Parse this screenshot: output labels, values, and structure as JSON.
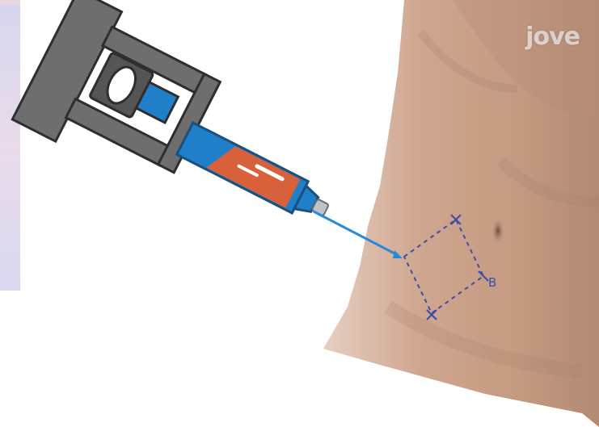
{
  "watermark": {
    "text": "jove"
  },
  "diagram": {
    "injection_site_label": "B",
    "mark_symbol": "x"
  },
  "colors": {
    "syringe_body": "#1f7fc8",
    "syringe_liquid": "#d8613c",
    "needle": "#2a8ad6",
    "injection_marks": "#3a4fa8",
    "plunger_frame": "#2e2e2e",
    "skin": "#c99f86"
  }
}
